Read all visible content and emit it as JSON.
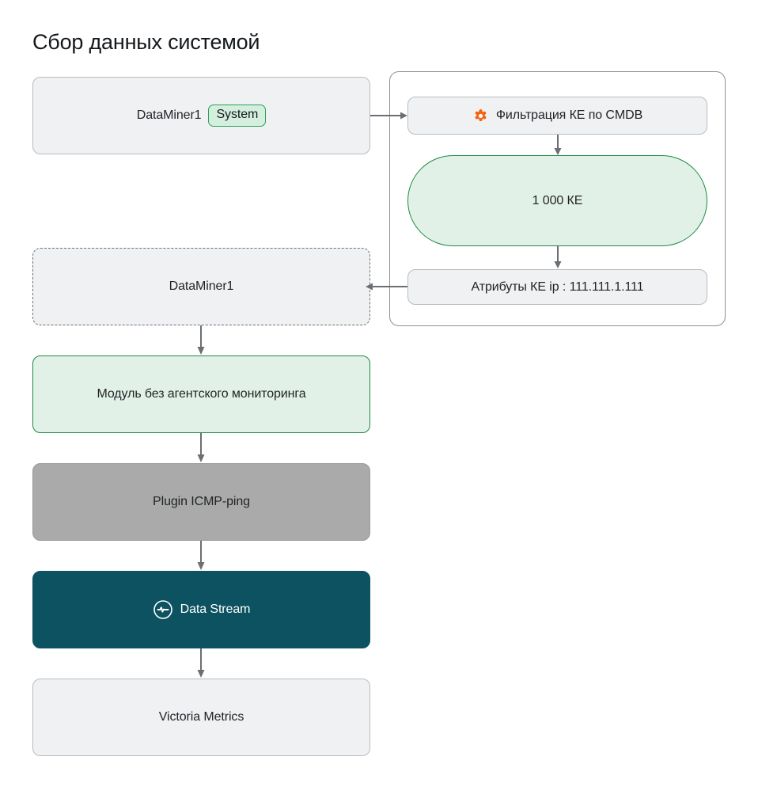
{
  "page": {
    "title": "Сбор данных системой",
    "background": "#ffffff"
  },
  "colors": {
    "accent_green": "#1f8a46",
    "green_fill": "#e2f1e7",
    "badge_fill": "#d5efdf",
    "grey_fill": "#eff1f3",
    "grey_solid": "#aaaaaa",
    "teal": "#0d5260",
    "orange": "#f4610f",
    "connector": "#6b6f73",
    "text": "#1f2326"
  },
  "left_column": {
    "nodes": [
      {
        "id": "dataminer-system",
        "label": "DataMiner1",
        "badge": "System",
        "style": "grey-solid-border"
      },
      {
        "id": "dataminer-dashed",
        "label": "DataMiner1",
        "style": "grey-dashed-border"
      },
      {
        "id": "agentless-module",
        "label": "Модуль без агентского мониторинга",
        "style": "green-border"
      },
      {
        "id": "plugin-icmp",
        "label": "Plugin ICMP-ping",
        "style": "grey-filled"
      },
      {
        "id": "data-stream",
        "label": "Data Stream",
        "icon": "pulse-icon",
        "style": "teal-filled"
      },
      {
        "id": "victoria-metrics",
        "label": "Victoria Metrics",
        "style": "grey-solid-border"
      }
    ]
  },
  "right_panel": {
    "nodes": [
      {
        "id": "filter-ke",
        "label": "Фильтрация КЕ по CMDB",
        "icon": "gear-icon",
        "style": "grey-solid-border"
      },
      {
        "id": "ke-count",
        "label": "1 000 КЕ",
        "style": "green-pill"
      },
      {
        "id": "ke-attributes",
        "label": "Атрибуты КЕ ip : 111.111.1.111",
        "style": "grey-solid-border"
      }
    ]
  },
  "connectors": [
    {
      "id": "dataminer-to-filter",
      "direction": "right"
    },
    {
      "id": "filter-to-ke-count",
      "direction": "down"
    },
    {
      "id": "ke-count-to-attributes",
      "direction": "down"
    },
    {
      "id": "attributes-to-dataminer-dashed",
      "direction": "left"
    },
    {
      "id": "dashed-to-agentless",
      "direction": "down"
    },
    {
      "id": "agentless-to-plugin",
      "direction": "down"
    },
    {
      "id": "plugin-to-datastream",
      "direction": "down"
    },
    {
      "id": "datastream-to-victoria",
      "direction": "down"
    }
  ]
}
